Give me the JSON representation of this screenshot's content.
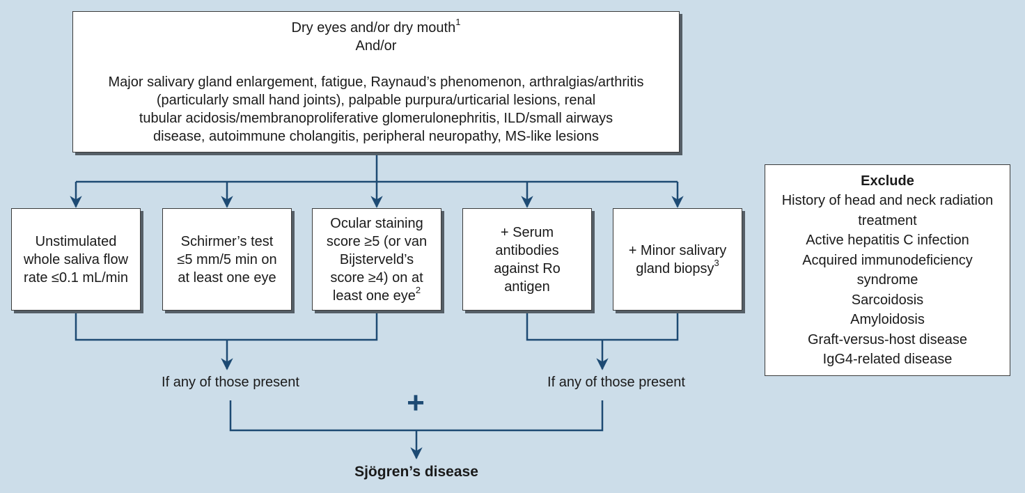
{
  "top_box": {
    "line1": "Dry eyes and/or dry mouth",
    "line1_sup": "1",
    "line2": "And/or",
    "lines": [
      "Major salivary gland enlargement, fatigue, Raynaud’s phenomenon, arthralgias/arthritis",
      "(particularly small hand joints), palpable purpura/urticarial lesions, renal",
      "tubular acidosis/membranoproliferative glomerulonephritis, ILD/small airways",
      "disease, autoimmune cholangitis, peripheral neuropathy, MS-like lesions"
    ]
  },
  "criteria": [
    {
      "lines": [
        "Unstimulated",
        "whole saliva flow",
        "rate ≤0.1 mL/min"
      ],
      "sup": ""
    },
    {
      "lines": [
        "Schirmer’s test",
        "≤5 mm/5 min on",
        "at least one eye"
      ],
      "sup": ""
    },
    {
      "lines": [
        "Ocular staining",
        "score ≥5 (or van",
        "Bijsterveld’s",
        "score ≥4) on at",
        "least one eye"
      ],
      "sup": "2"
    },
    {
      "lines": [
        "+ Serum",
        "antibodies",
        "against Ro",
        "antigen"
      ],
      "sup": ""
    },
    {
      "lines": [
        "+ Minor salivary",
        "gland biopsy"
      ],
      "sup": "3"
    }
  ],
  "left_label": "If any of those present",
  "right_label": "If any of those present",
  "plus_sign": "+",
  "result": "Sjögren’s disease",
  "exclude": {
    "title": "Exclude",
    "lines": [
      "History of head and neck radiation",
      "treatment",
      "Active hepatitis C infection",
      "Acquired immunodeficiency",
      "syndrome",
      "Sarcoidosis",
      "Amyloidosis",
      "Graft-versus-host disease",
      "IgG4-related disease"
    ]
  },
  "colors": {
    "background": "#ccdde9",
    "connector": "#1d4a73",
    "box_border": "#3a3a3a"
  }
}
